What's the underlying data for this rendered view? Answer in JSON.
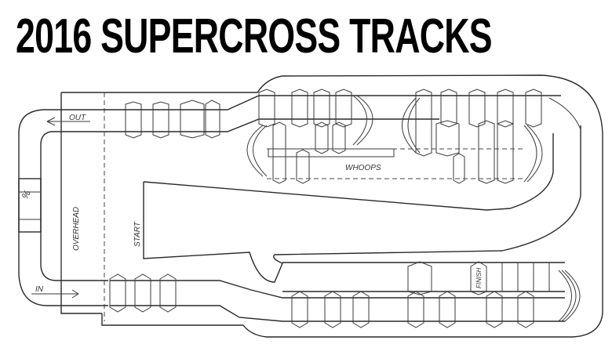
{
  "title": "2016 SUPERCROSS TRACKS",
  "diagram": {
    "type": "supercross track layout sketch",
    "labels": {
      "out": "OUT",
      "in": "IN",
      "overhead": "OVERHEAD",
      "start": "START",
      "whoops": "WHOOPS",
      "finish": "FINISH",
      "split_marker": "%"
    },
    "colors": {
      "ink": "#2a2a2a",
      "background": "#ffffff"
    }
  }
}
